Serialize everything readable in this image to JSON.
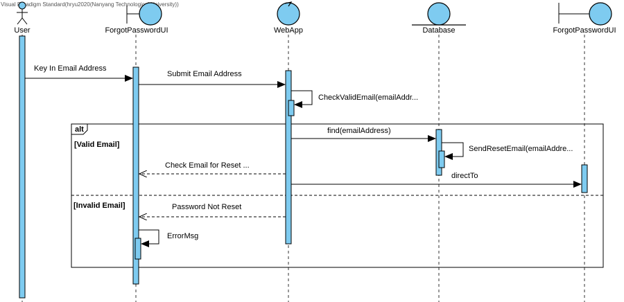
{
  "watermark": "Visual Paradigm Standard(hryu2020(Nanyang Technological University))",
  "participants": [
    {
      "name": "User",
      "kind": "actor"
    },
    {
      "name": "ForgotPasswordUI",
      "kind": "boundary"
    },
    {
      "name": "WebApp",
      "kind": "control"
    },
    {
      "name": "Database",
      "kind": "entity"
    },
    {
      "name": "ForgotPasswordUI",
      "kind": "boundary"
    }
  ],
  "messages": [
    {
      "label": "Key In Email Address",
      "from": "User",
      "to": "ForgotPasswordUI",
      "style": "sync"
    },
    {
      "label": "Submit Email Address",
      "from": "ForgotPasswordUI",
      "to": "WebApp",
      "style": "sync"
    },
    {
      "label": "CheckValidEmail(emailAddr...",
      "from": "WebApp",
      "to": "WebApp",
      "style": "self"
    },
    {
      "label": "find(emailAddress)",
      "from": "WebApp",
      "to": "Database",
      "style": "sync"
    },
    {
      "label": "SendResetEmail(emailAddre...",
      "from": "Database",
      "to": "Database",
      "style": "self"
    },
    {
      "label": "Check Email for Reset ...",
      "from": "WebApp",
      "to": "ForgotPasswordUI",
      "style": "return"
    },
    {
      "label": "directTo",
      "from": "WebApp",
      "to": "ForgotPasswordUI",
      "style": "sync"
    },
    {
      "label": "Password Not Reset",
      "from": "WebApp",
      "to": "ForgotPasswordUI",
      "style": "return"
    },
    {
      "label": "ErrorMsg",
      "from": "ForgotPasswordUI",
      "to": "ForgotPasswordUI",
      "style": "self"
    }
  ],
  "fragment": {
    "operator": "alt",
    "guards": [
      "[Valid Email]",
      "[Invalid Email]"
    ]
  },
  "colors": {
    "activation": "#7ecbf0",
    "line": "#000000"
  }
}
